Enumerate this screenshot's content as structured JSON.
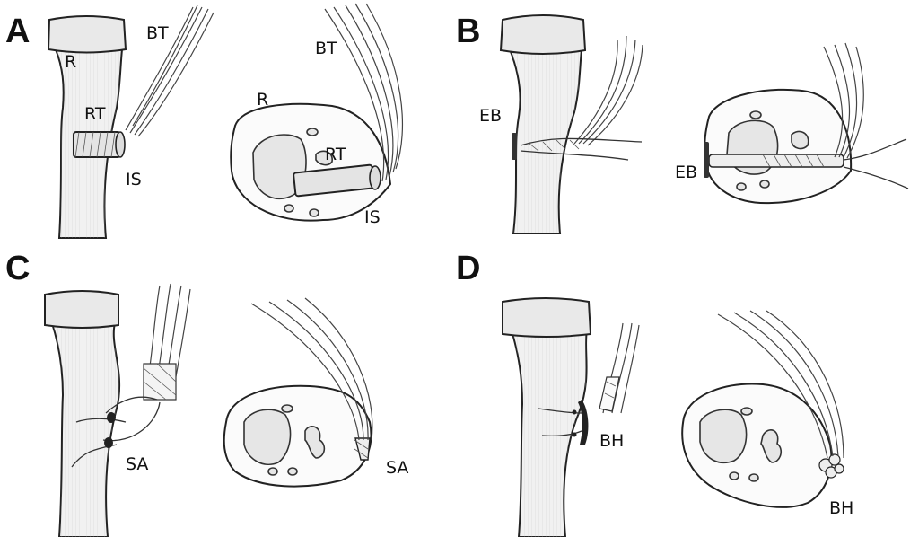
{
  "panels": {
    "A": {
      "letter": "A",
      "labels": {
        "BT_long": "BT",
        "R_long": "R",
        "RT_long": "RT",
        "IS_long": "IS",
        "BT_cross": "BT",
        "R_cross": "R",
        "RT_cross": "RT",
        "IS_cross": "IS"
      }
    },
    "B": {
      "letter": "B",
      "labels": {
        "EB_long": "EB",
        "EB_cross": "EB"
      }
    },
    "C": {
      "letter": "C",
      "labels": {
        "SA_long": "SA",
        "SA_cross": "SA"
      }
    },
    "D": {
      "letter": "D",
      "labels": {
        "BH_long": "BH",
        "BH_cross": "BH"
      }
    }
  }
}
